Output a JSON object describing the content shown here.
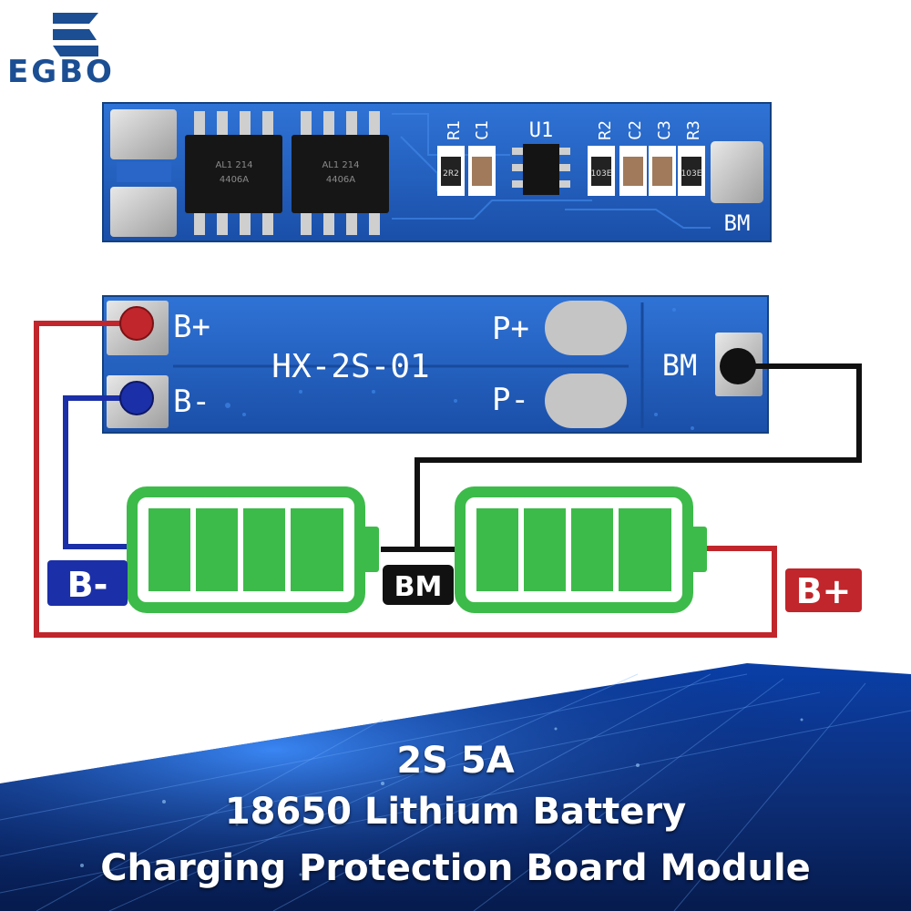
{
  "brand": {
    "name": "EGBO"
  },
  "board_top": {
    "labels": [
      "R1",
      "C1",
      "U1",
      "R2",
      "C2",
      "C3",
      "R3"
    ],
    "bm_label": "BM",
    "chip_marking": "4406A",
    "chip_marking2": "AL1 214",
    "resistor_marking1": "2R2",
    "resistor_marking2": "103E"
  },
  "board_bottom": {
    "model": "HX-2S-01",
    "b_plus": "B+",
    "b_minus": "B-",
    "p_plus": "P+",
    "p_minus": "P-",
    "bm": "BM"
  },
  "diagram": {
    "b_minus_tag": "B-",
    "b_plus_tag": "B+",
    "bm_tag": "BM"
  },
  "caption": {
    "line1": "2S 5A",
    "line2": "18650 Lithium Battery",
    "line3": "Charging Protection Board Module"
  },
  "colors": {
    "brand": "#1b4e93",
    "pcb": "#1f5fc0",
    "battery": "#3dbb4a",
    "wire_red": "#c0262b",
    "wire_blue": "#1b2fa8",
    "wire_black": "#111111"
  }
}
